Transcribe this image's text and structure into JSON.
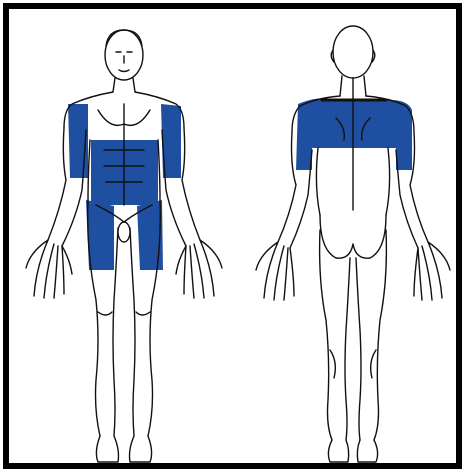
{
  "diagram": {
    "figures": [
      {
        "view": "front"
      },
      {
        "view": "back"
      }
    ],
    "highlight_color": "#1f4fa0",
    "outline_color": "#111111",
    "frame_color": "#000000",
    "background_color": "#ffffff",
    "highlighted_regions": {
      "front": [
        "right-upper-arm",
        "left-upper-arm",
        "abdomen",
        "right-thigh",
        "left-thigh"
      ],
      "back": [
        "upper-back-shoulders",
        "right-upper-arm",
        "left-upper-arm"
      ]
    }
  }
}
